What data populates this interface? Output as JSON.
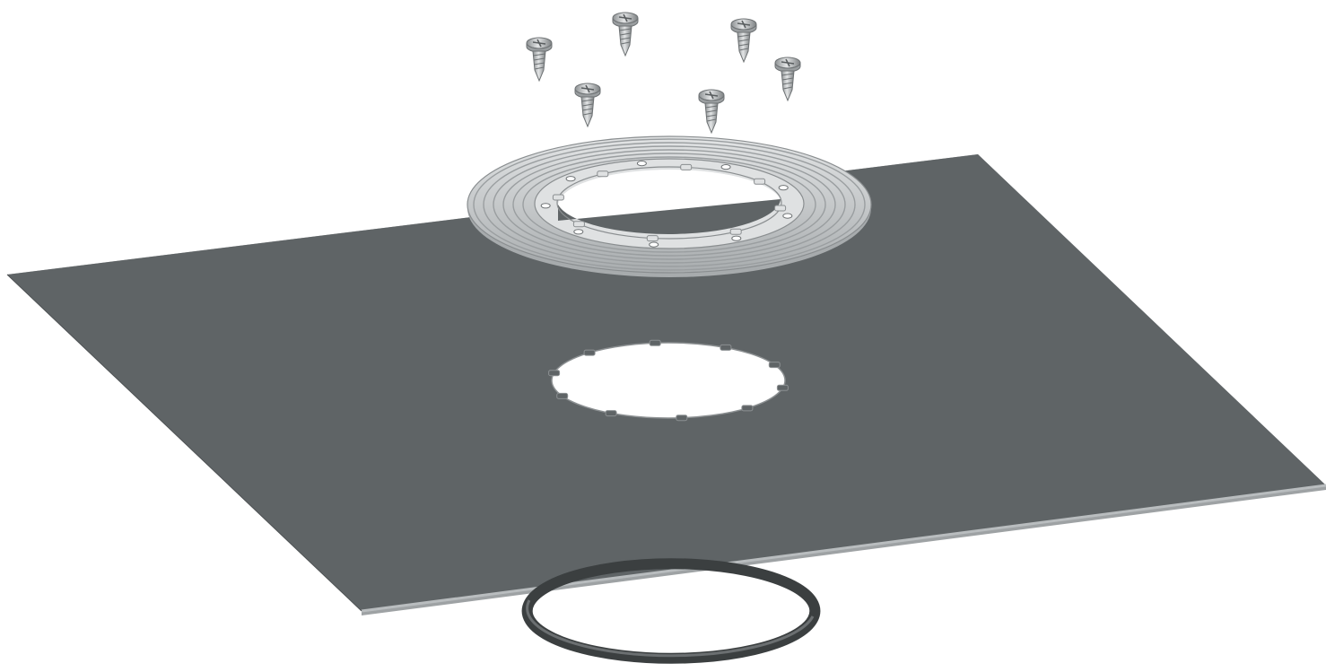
{
  "figure": {
    "kind": "exploded-assembly",
    "background": "#ffffff",
    "parts": [
      {
        "id": "screw",
        "quantity": 6,
        "color": "#b9bcbe"
      },
      {
        "id": "flange-clamp-ring",
        "quantity": 1,
        "color": "#c9cccd",
        "bolt_holes": 9
      },
      {
        "id": "membrane-sheet",
        "quantity": 1,
        "color": "#5f6466",
        "cutout_tabs": 10
      },
      {
        "id": "o-ring-seal",
        "quantity": 1,
        "color": "#3b3f40"
      }
    ]
  }
}
